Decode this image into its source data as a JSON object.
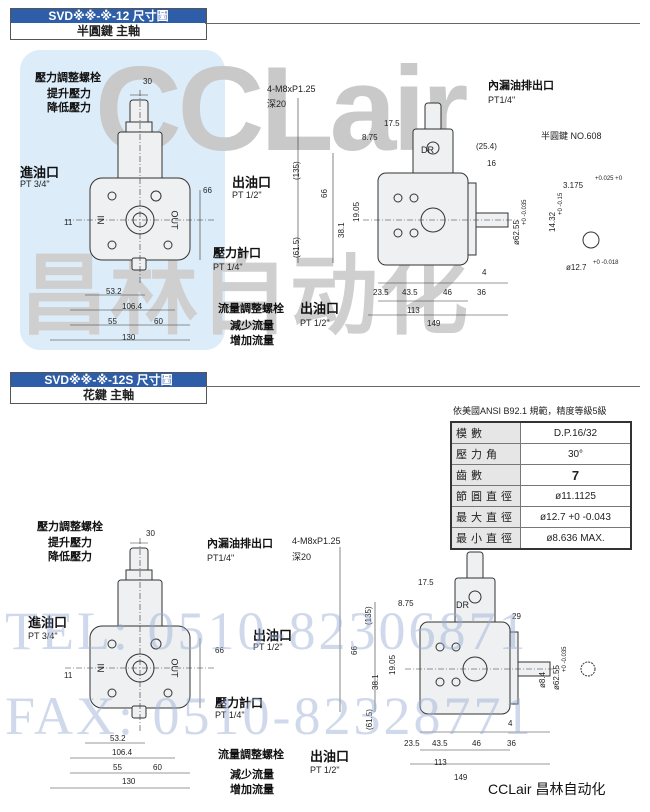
{
  "watermark": {
    "logo": "CCLair",
    "logo_cn": "昌林自动化",
    "tel": "TEL: 0510-82306871",
    "fax": "FAX: 0510-82328771"
  },
  "brand": "CCLair 昌林自动化",
  "section1": {
    "title": "SVD※※-※-12 尺寸圖",
    "subtitle": "半圓鍵 主軸",
    "front": {
      "pressure_screw": "壓力調整螺栓",
      "increase_pressure": "提升壓力",
      "decrease_pressure": "降低壓力",
      "inlet": "進油口",
      "inlet_size": "PT 3/4\"",
      "outlet": "出油口",
      "outlet_size": "PT 1/2\"",
      "gauge": "壓力計口",
      "gauge_size": "PT 1/4\"",
      "flow_screw": "流量調整螺栓",
      "decrease_flow": "減少流量",
      "increase_flow": "增加流量",
      "in_mark": "IN",
      "out_mark": "OUT",
      "dims": {
        "d30": "30",
        "d66": "66",
        "d11": "11",
        "d53": "53.2",
        "d106": "106.4",
        "d55": "55",
        "d60": "60",
        "d130": "130"
      }
    },
    "side": {
      "thread": "4-M8xP1.25",
      "depth": "深20",
      "drain": "內漏油排出口",
      "drain_size": "PT1/4\"",
      "outlet": "出油口",
      "outlet_size": "PT 1/2\"",
      "dr_mark": "DR",
      "key": "半圓鍵 NO.608",
      "dims": {
        "d17_5": "17.5",
        "d8_75": "8.75",
        "d135": "(135)",
        "d66": "66",
        "d38": "38.1",
        "d19": "19.05",
        "d61": "(61.5)",
        "d25": "(25.4)",
        "d16": "16",
        "d62": "ø62.55",
        "d62tol": "+0 -0.035",
        "d3175": "3.175",
        "d3175tol": "+0.025 +0",
        "d1432": "14.32",
        "d1432tol": "+0 -0.15",
        "d127": "ø12.7",
        "d127tol": "+0 -0.018",
        "d4": "4",
        "d23": "23.5",
        "d43": "43.5",
        "d46": "46",
        "d36": "36",
        "d113": "113",
        "d149": "149"
      }
    }
  },
  "section2": {
    "title": "SVD※※-※-12S 尺寸圖",
    "subtitle": "花鍵 主軸",
    "front": {
      "pressure_screw": "壓力調整螺栓",
      "increase_pressure": "提升壓力",
      "decrease_pressure": "降低壓力",
      "drain": "內漏油排出口",
      "drain_size": "PT1/4\"",
      "inlet": "進油口",
      "inlet_size": "PT 3/4\"",
      "outlet": "出油口",
      "outlet_size": "PT 1/2\"",
      "gauge": "壓力計口",
      "gauge_size": "PT 1/4\"",
      "flow_screw": "流量調整螺栓",
      "decrease_flow": "減少流量",
      "increase_flow": "增加流量",
      "in_mark": "IN",
      "out_mark": "OUT",
      "dims": {
        "d30": "30",
        "d66": "66",
        "d11": "11",
        "d53": "53.2",
        "d106": "106.4",
        "d55": "55",
        "d60": "60",
        "d130": "130"
      }
    },
    "side": {
      "thread": "4-M8xP1.25",
      "depth": "深20",
      "outlet": "出油口",
      "outlet_size": "PT 1/2\"",
      "dr_mark": "DR",
      "dims": {
        "d17_5": "17.5",
        "d8_75": "8.75",
        "d29": "29",
        "d135": "(135)",
        "d66": "66",
        "d38": "38.1",
        "d19": "19.05",
        "d61": "(61.5)",
        "d84": "ø8.4",
        "d62": "ø62.55",
        "d62tol": "+0 -0.035",
        "d4": "4",
        "d23": "23.5",
        "d43": "43.5",
        "d46": "46",
        "d36": "36",
        "d113": "113",
        "d149": "149"
      }
    },
    "spec": {
      "caption": "依美國ANSI  B92.1 規範，精度等級5級",
      "rows": [
        {
          "key": "模數",
          "value": "D.P.16/32"
        },
        {
          "key": "壓力角",
          "value": "30°"
        },
        {
          "key": "齒數",
          "value": "7"
        },
        {
          "key": "節圓直徑",
          "value": "ø11.1125"
        },
        {
          "key": "最大直徑",
          "value": "ø12.7 +0 -0.043"
        },
        {
          "key": "最小直徑",
          "value": "ø8.636 MAX."
        }
      ]
    }
  }
}
